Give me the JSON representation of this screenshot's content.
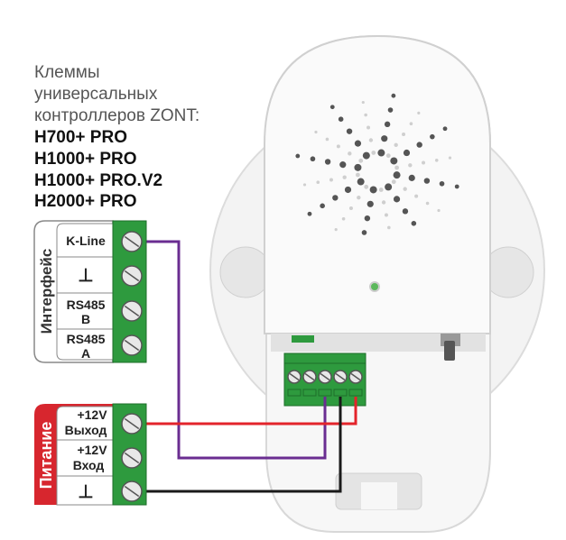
{
  "title": {
    "lines": [
      "Клеммы",
      "универсальных",
      "контроллеров ZONT:"
    ],
    "models": [
      "H700+ PRO",
      "H1000+ PRO",
      "H1000+ PRO.V2",
      "H2000+ PRO"
    ]
  },
  "interface_block": {
    "group_label": "Интерфейс",
    "terminals": [
      {
        "line1": "K-Line",
        "line2": ""
      },
      {
        "line1": "⊥",
        "line2": ""
      },
      {
        "line1": "RS485",
        "line2": "B"
      },
      {
        "line1": "RS485",
        "line2": "A"
      }
    ]
  },
  "power_block": {
    "group_label": "Питание",
    "terminals": [
      {
        "line1": "+12V",
        "line2": "Выход"
      },
      {
        "line1": "+12V",
        "line2": "Вход"
      },
      {
        "line1": "⊥",
        "line2": ""
      }
    ]
  },
  "colors": {
    "terminal_green": "#2e9a3e",
    "wire_purple": "#6a2d91",
    "wire_red": "#e3242b",
    "wire_black": "#1a1a1a",
    "power_red": "#d7262e"
  }
}
